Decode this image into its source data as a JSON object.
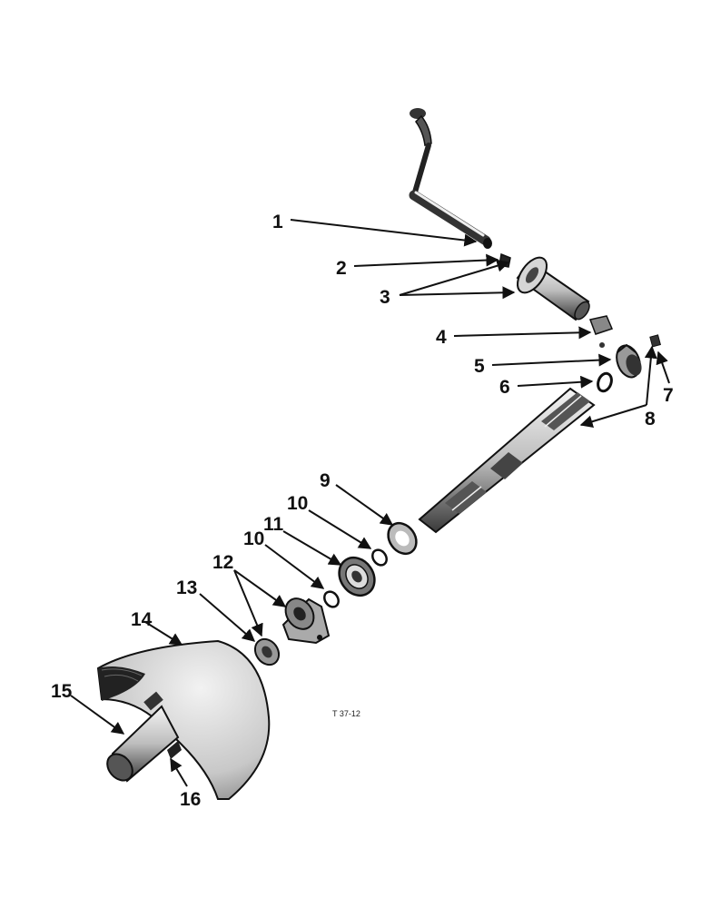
{
  "diagram": {
    "drawing_ref": "T 37-12",
    "callouts": [
      "1",
      "2",
      "3",
      "4",
      "5",
      "6",
      "7",
      "8",
      "9",
      "10",
      "11",
      "10",
      "12",
      "13",
      "14",
      "15",
      "16"
    ]
  }
}
